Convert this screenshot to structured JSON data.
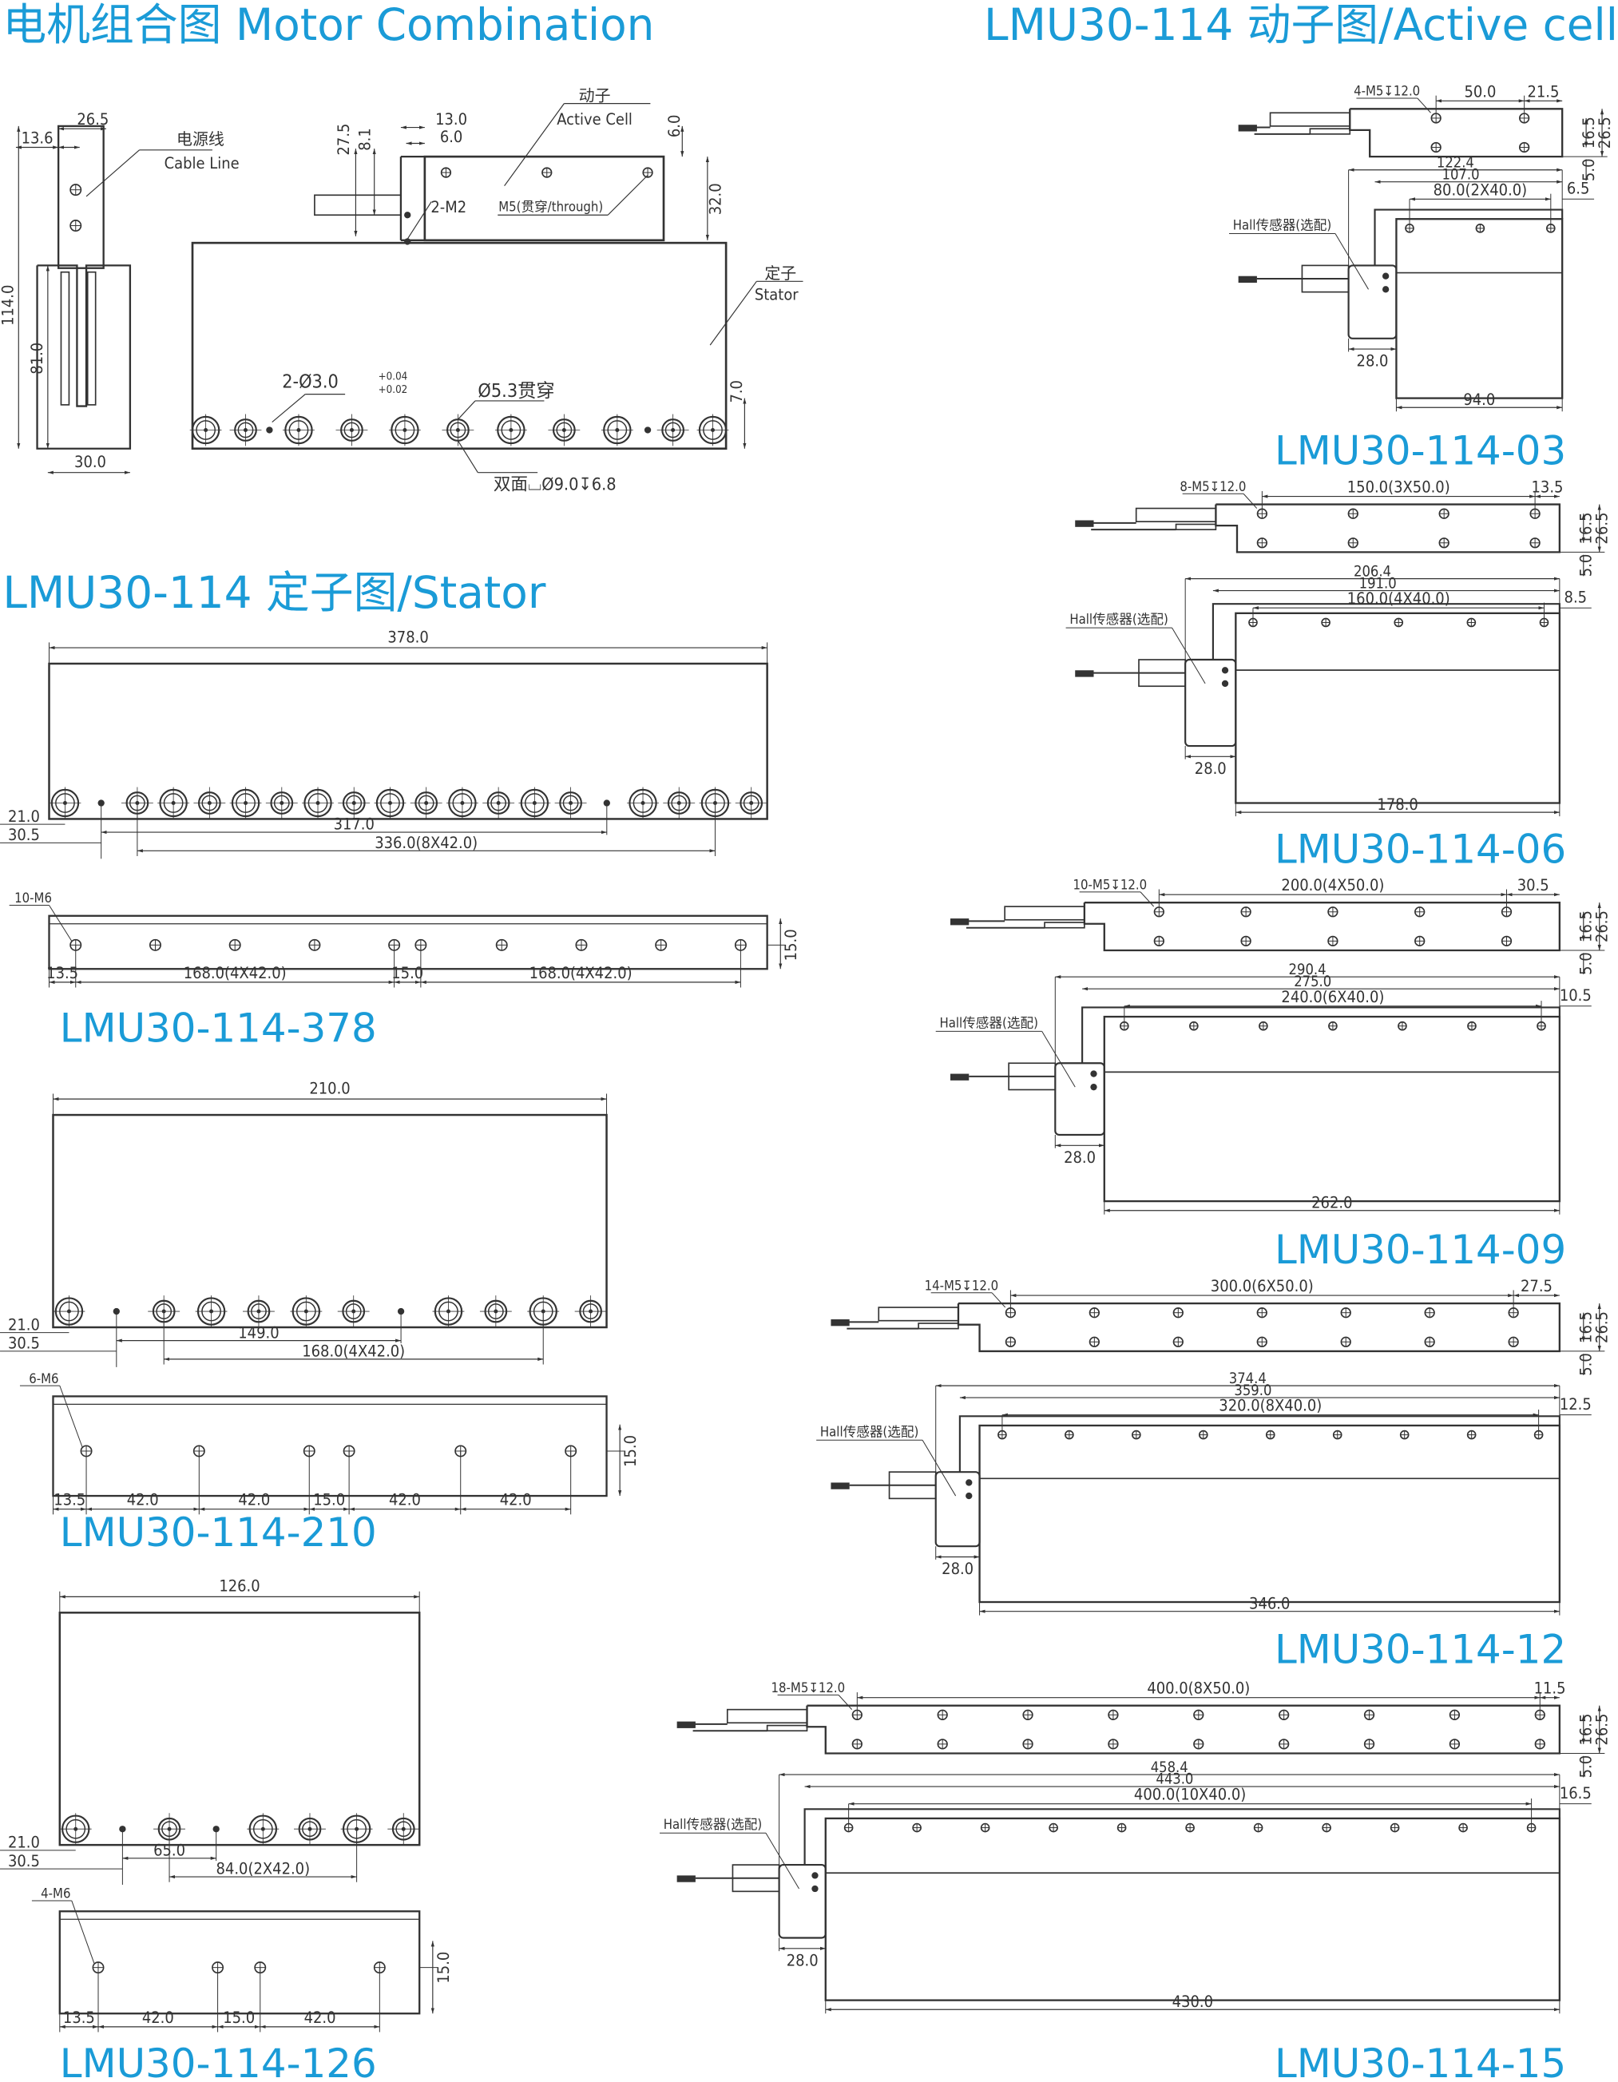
{
  "titles": {
    "combination": "电机组合图 Motor Combination",
    "active_cell": "LMU30-114 动子图/Active cell",
    "stator": "LMU30-114 定子图/Stator"
  },
  "colors": {
    "title": "#1a9bd7",
    "line": "#333333",
    "background": "#ffffff"
  },
  "combination": {
    "dims": {
      "w265": "26.5",
      "w136": "13.6",
      "h114": "114.0",
      "h81": "81.0",
      "w30": "30.0",
      "h275": "27.5",
      "h81b": "8.1",
      "w13": "13.0",
      "w6": "6.0",
      "h6": "6.0",
      "h32": "32.0",
      "h7": "7.0"
    },
    "labels": {
      "cable_cn": "电源线",
      "cable_en": "Cable Line",
      "active_cn": "动子",
      "active_en": "Active Cell",
      "stator_cn": "定子",
      "stator_en": "Stator",
      "m2": "2-M2",
      "m5": "M5(贯穿/through)",
      "pin": "2-Ø3.0",
      "tol_upper": "+0.04",
      "tol_lower": "+0.02",
      "hole": "Ø5.3贯穿",
      "cbore": "双面⌴Ø9.0↧6.8"
    }
  },
  "active_cells": [
    {
      "model": "LMU30-114-03",
      "thread": "4-M5↧12.0",
      "pitch": "50.0",
      "end": "21.5",
      "h1": "16.5",
      "h2": "26.5",
      "gap": "5.0",
      "overall": "122.4",
      "bracket": "107.0",
      "hall_pitch": "80.0(2X40.0)",
      "hall_end": "6.5",
      "hall_width": "28.0",
      "length": "94.0",
      "hall_label": "Hall传感器(选配)"
    },
    {
      "model": "LMU30-114-06",
      "thread": "8-M5↧12.0",
      "pitch": "150.0(3X50.0)",
      "end": "13.5",
      "h1": "16.5",
      "h2": "26.5",
      "gap": "5.0",
      "overall": "206.4",
      "bracket": "191.0",
      "hall_pitch": "160.0(4X40.0)",
      "hall_end": "8.5",
      "hall_width": "28.0",
      "length": "178.0",
      "hall_label": "Hall传感器(选配)"
    },
    {
      "model": "LMU30-114-09",
      "thread": "10-M5↧12.0",
      "pitch": "200.0(4X50.0)",
      "end": "30.5",
      "h1": "16.5",
      "h2": "26.5",
      "gap": "5.0",
      "overall": "290.4",
      "bracket": "275.0",
      "hall_pitch": "240.0(6X40.0)",
      "hall_end": "10.5",
      "hall_width": "28.0",
      "length": "262.0",
      "hall_label": "Hall传感器(选配)"
    },
    {
      "model": "LMU30-114-12",
      "thread": "14-M5↧12.0",
      "pitch": "300.0(6X50.0)",
      "end": "27.5",
      "h1": "16.5",
      "h2": "26.5",
      "gap": "5.0",
      "overall": "374.4",
      "bracket": "359.0",
      "hall_pitch": "320.0(8X40.0)",
      "hall_end": "12.5",
      "hall_width": "28.0",
      "length": "346.0",
      "hall_label": "Hall传感器(选配)"
    },
    {
      "model": "LMU30-114-15",
      "thread": "18-M5↧12.0",
      "pitch": "400.0(8X50.0)",
      "end": "11.5",
      "h1": "16.5",
      "h2": "26.5",
      "gap": "5.0",
      "overall": "458.4",
      "bracket": "443.0",
      "hall_pitch": "400.0(10X40.0)",
      "hall_end": "16.5",
      "hall_width": "28.0",
      "length": "430.0",
      "hall_label": "Hall传感器(选配)"
    }
  ],
  "stators": [
    {
      "model": "LMU30-114-378",
      "length": "378.0",
      "d21": "21.0",
      "d305": "30.5",
      "pin_span": "317.0",
      "hole_span": "336.0(8X42.0)",
      "side": {
        "thread": "10-M6",
        "dims": [
          "13.5",
          "168.0(4X42.0)",
          "15.0",
          "168.0(4X42.0)"
        ],
        "height": "15.0"
      }
    },
    {
      "model": "LMU30-114-210",
      "length": "210.0",
      "d21": "21.0",
      "d305": "30.5",
      "pin_span": "149.0",
      "hole_span": "168.0(4X42.0)",
      "side": {
        "thread": "6-M6",
        "dims": [
          "13.5",
          "42.0",
          "42.0",
          "15.0",
          "42.0",
          "42.0"
        ],
        "height": "15.0"
      }
    },
    {
      "model": "LMU30-114-126",
      "length": "126.0",
      "d21": "21.0",
      "d305": "30.5",
      "pin_span": "65.0",
      "hole_span": "84.0(2X42.0)",
      "side": {
        "thread": "4-M6",
        "dims": [
          "13.5",
          "42.0",
          "15.0",
          "42.0"
        ],
        "height": "15.0"
      }
    }
  ]
}
